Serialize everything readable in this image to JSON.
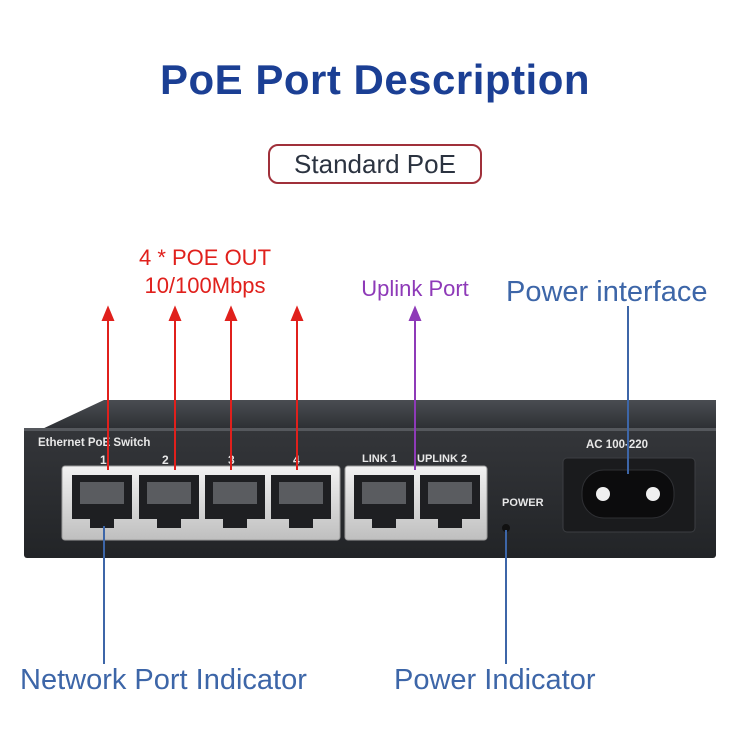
{
  "title": "PoE Port Description",
  "badge": "Standard PoE",
  "callouts": {
    "poe_out_line1": "4 * POE OUT",
    "poe_out_line2": "10/100Mbps",
    "uplink": "Uplink Port",
    "power_interface": "Power interface",
    "network_indicator": "Network Port Indicator",
    "power_indicator": "Power Indicator"
  },
  "device": {
    "brand_label": "Ethernet PoE Switch",
    "poe_ports": [
      "1",
      "2",
      "3",
      "4"
    ],
    "uplink_ports": [
      "LINK 1",
      "UPLINK 2"
    ],
    "power_label": "POWER",
    "ac_label": "AC 100-220"
  },
  "colors": {
    "title": "#1b3f94",
    "poe_arrows": "#e0201c",
    "uplink_arrow": "#8e3ab8",
    "callout_lines": "#3d66a8",
    "badge_border": "#a0303a",
    "chassis": "#2a2c30"
  }
}
